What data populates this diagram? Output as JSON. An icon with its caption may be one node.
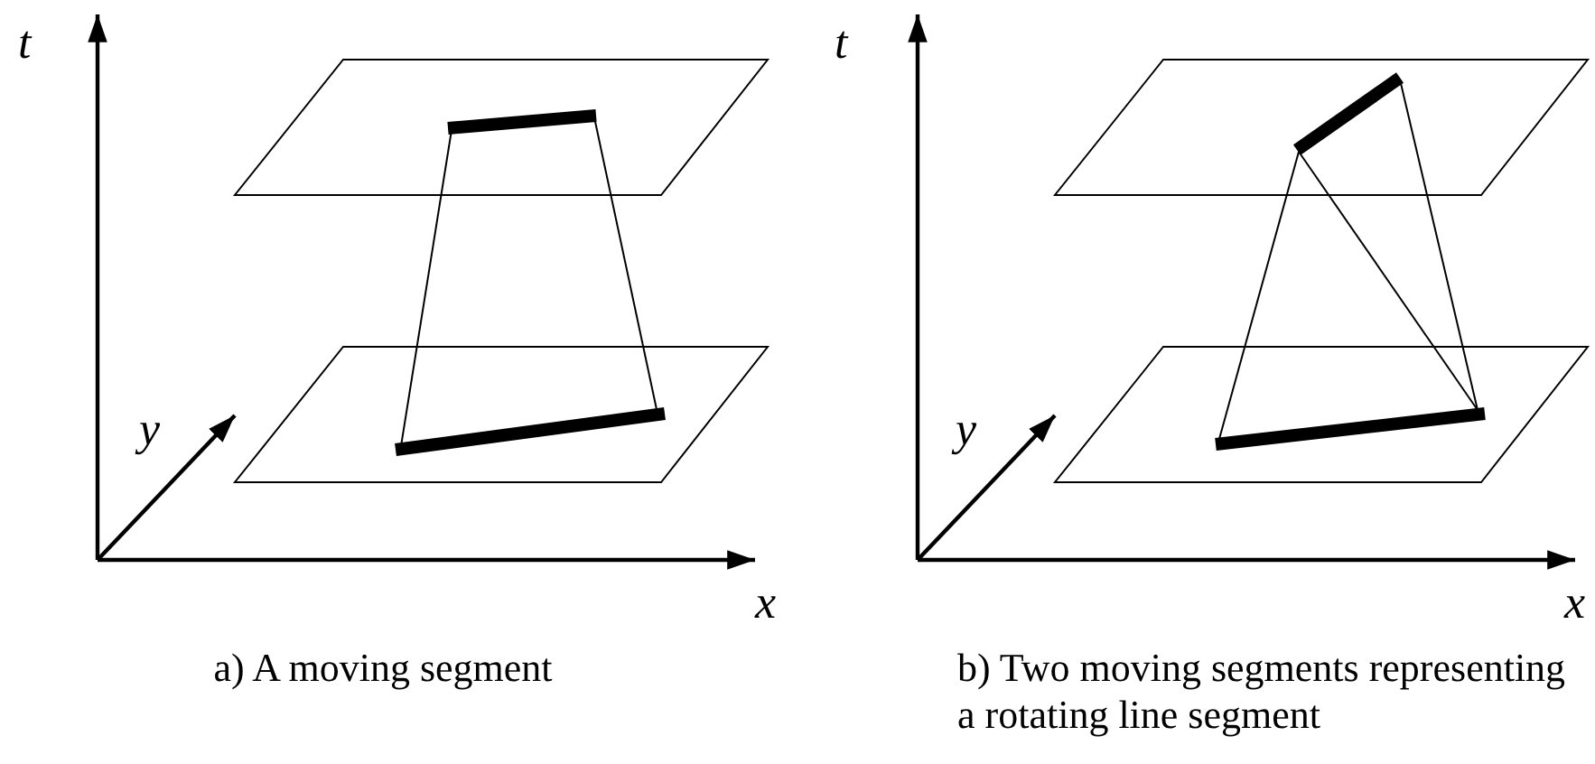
{
  "diagram": {
    "labels": [
      "t",
      "y",
      "x",
      "a) A moving segment",
      "t",
      "y",
      "x",
      "b) Two moving segments representing a rotating line segment"
    ]
  }
}
